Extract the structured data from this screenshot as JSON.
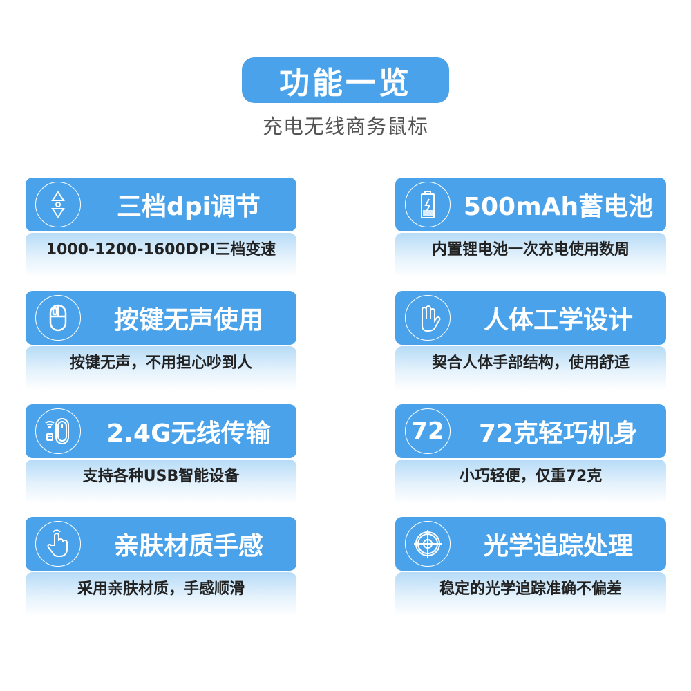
{
  "header": {
    "title": "功能一览",
    "subtitle": "充电无线商务鼠标"
  },
  "colors": {
    "accent": "#4aa3ea",
    "text_dark": "#222222",
    "subtitle_gray": "#555555"
  },
  "features": [
    {
      "icon": "dpi-arrows-icon",
      "title": "三档dpi调节",
      "desc": "1000-1200-1600DPI三档变速"
    },
    {
      "icon": "battery-icon",
      "title": "500mAh蓄电池",
      "desc": "内置锂电池一次充电使用数周"
    },
    {
      "icon": "mouse-icon",
      "title": "按键无声使用",
      "desc": "按键无声，不用担心吵到人"
    },
    {
      "icon": "hand-icon",
      "title": "人体工学设计",
      "desc": "契合人体手部结构，使用舒适"
    },
    {
      "icon": "wireless-mouse-icon",
      "title": "2.4G无线传输",
      "desc": "支持各种USB智能设备"
    },
    {
      "icon": "weight-72-icon",
      "icon_text": "72",
      "title": "72克轻巧机身",
      "desc": "小巧轻便，仅重72克"
    },
    {
      "icon": "touch-finger-icon",
      "title": "亲肤材质手感",
      "desc": "采用亲肤材质，手感顺滑"
    },
    {
      "icon": "crosshair-icon",
      "title": "光学追踪处理",
      "desc": "稳定的光学追踪准确不偏差"
    }
  ]
}
